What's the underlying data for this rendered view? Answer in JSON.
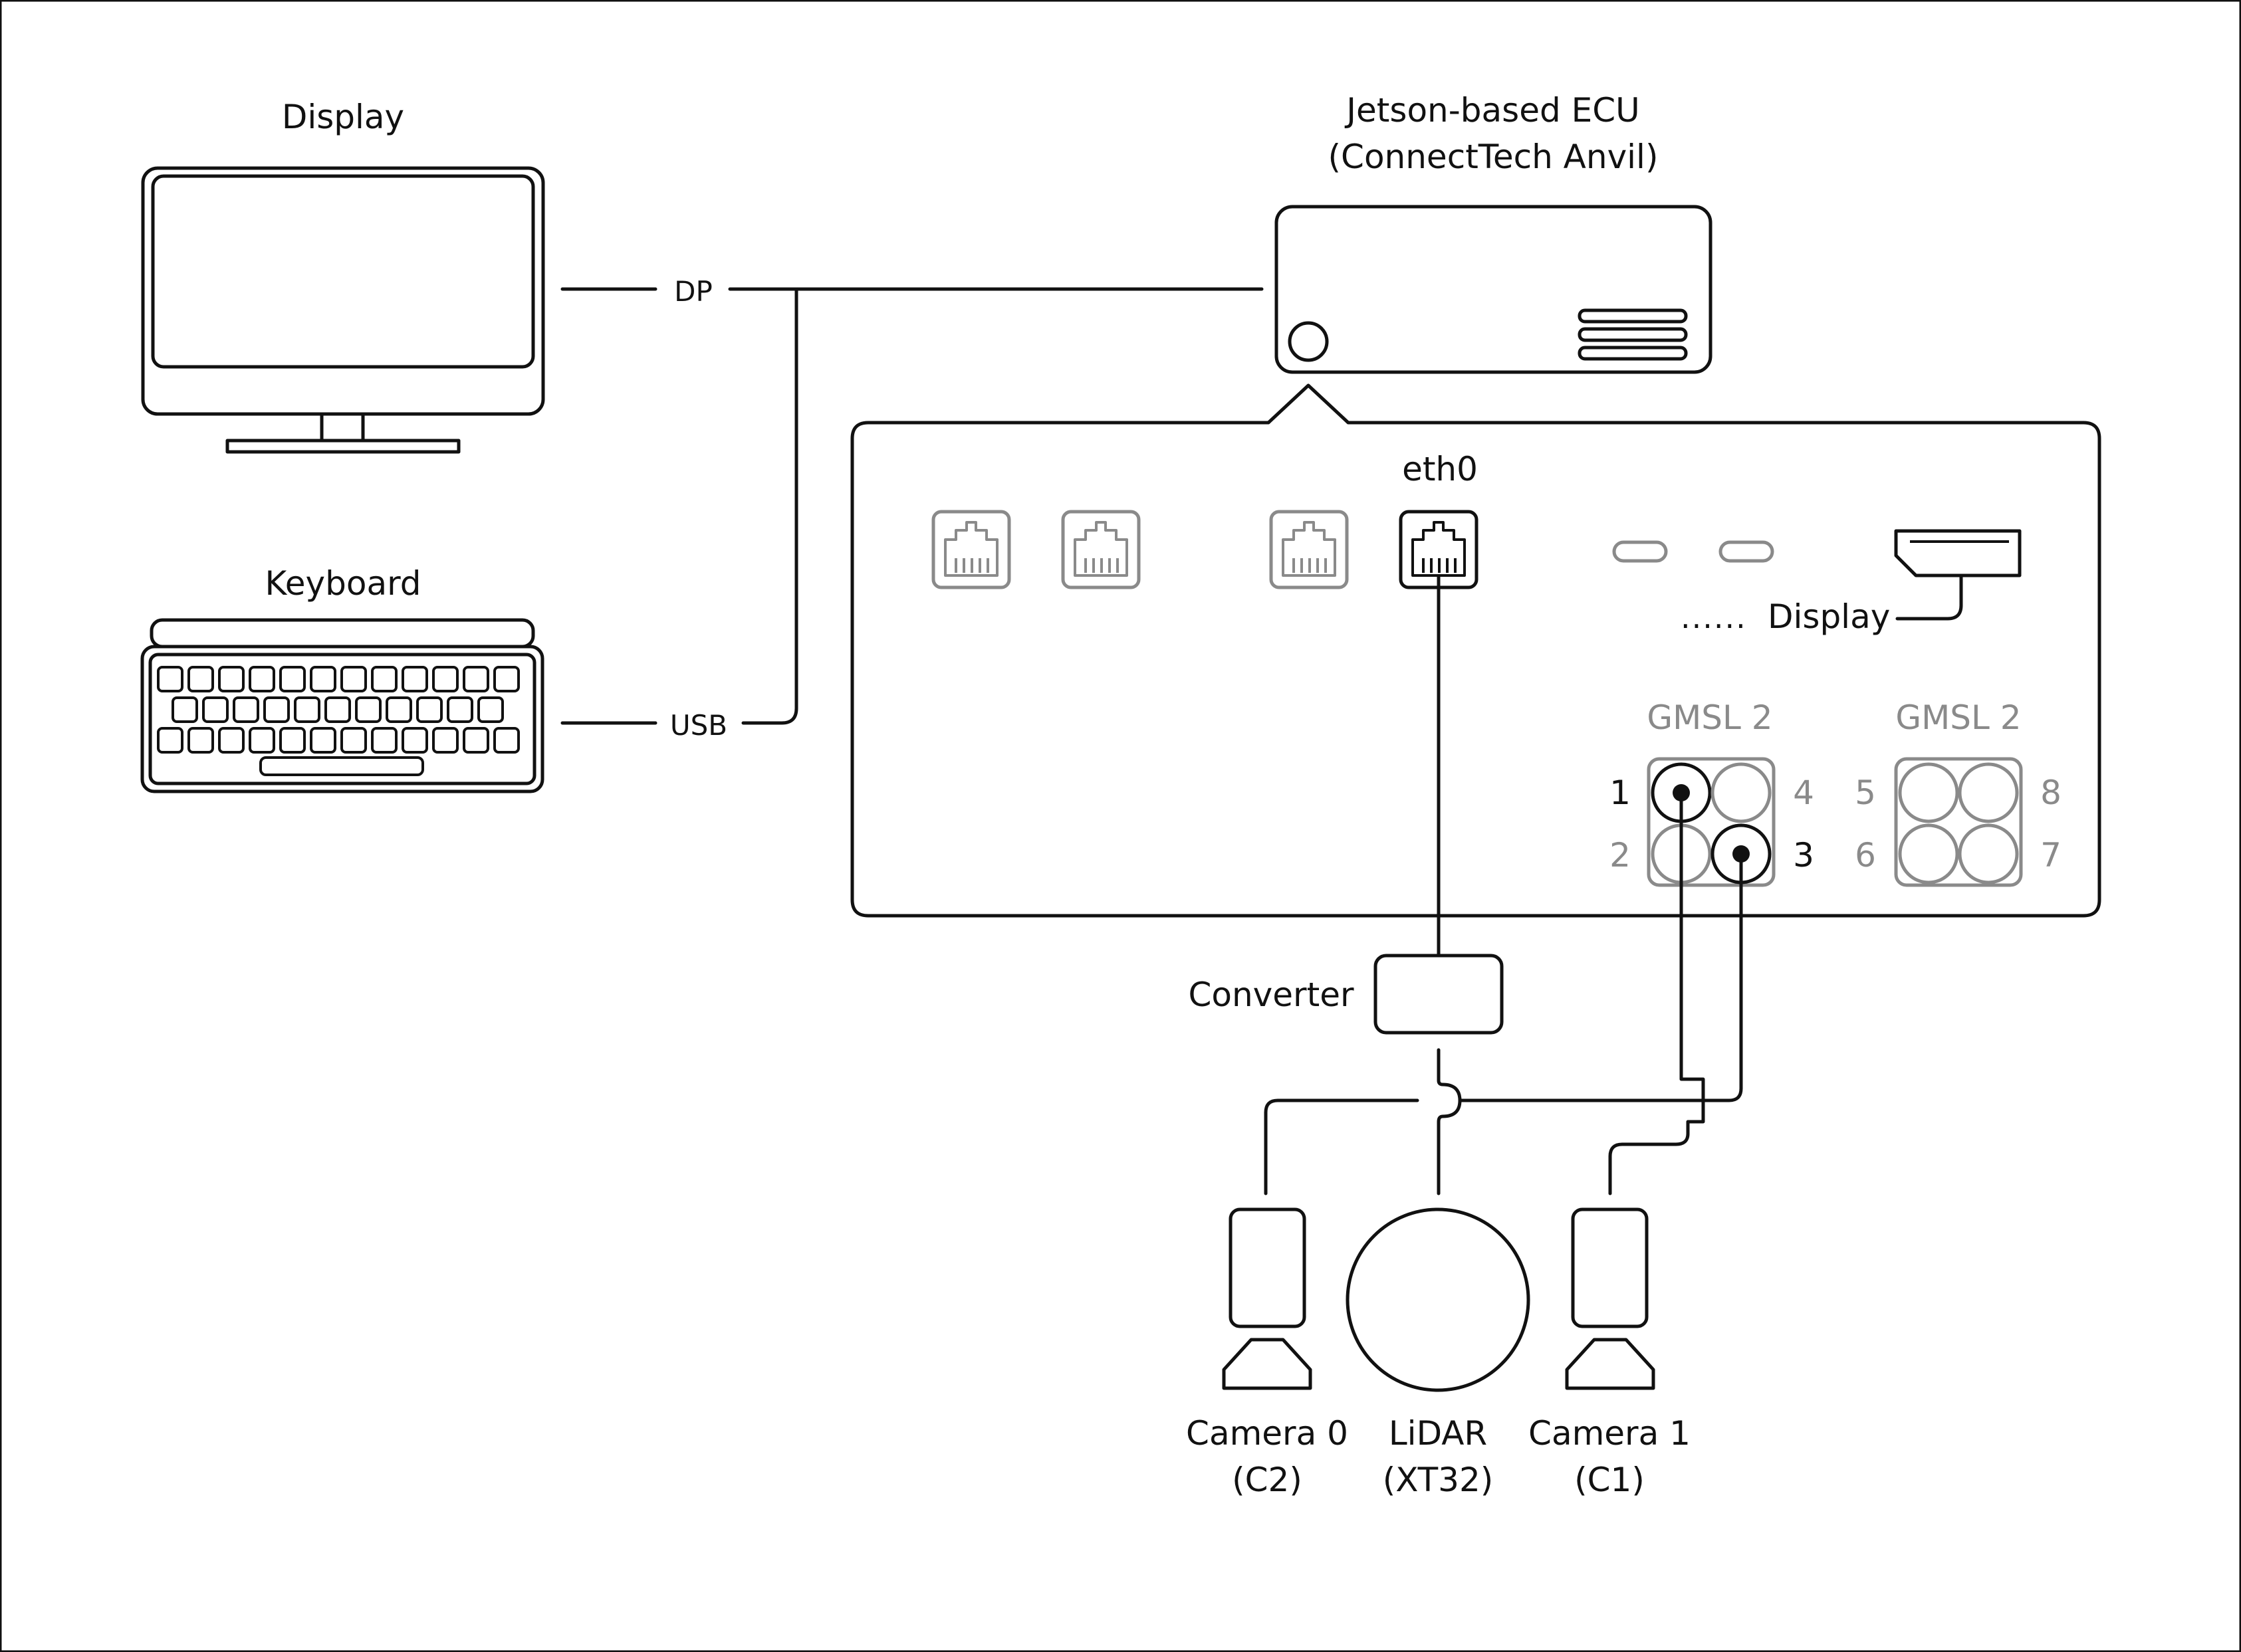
{
  "display": {
    "label": "Display",
    "dp_label": "DP"
  },
  "keyboard": {
    "label": "Keyboard",
    "usb_label": "USB"
  },
  "ecu": {
    "title_line1": "Jetson-based ECU",
    "title_line2": "(ConnectTech Anvil)"
  },
  "panel": {
    "eth_label": "eth0",
    "display_port_label": "Display",
    "gmsl_left": {
      "label": "GMSL 2",
      "ports": [
        "1",
        "2",
        "3",
        "4"
      ]
    },
    "gmsl_right": {
      "label": "GMSL 2",
      "ports": [
        "5",
        "6",
        "7",
        "8"
      ]
    }
  },
  "converter": {
    "label": "Converter"
  },
  "sensors": [
    {
      "line1": "Camera 0",
      "line2": "(C2)"
    },
    {
      "line1": "LiDAR",
      "line2": "(XT32)"
    },
    {
      "line1": "Camera 1",
      "line2": "(C1)"
    }
  ],
  "colors": {
    "ink": "#111111",
    "inactive": "#8a8a8a",
    "background": "#ffffff"
  }
}
